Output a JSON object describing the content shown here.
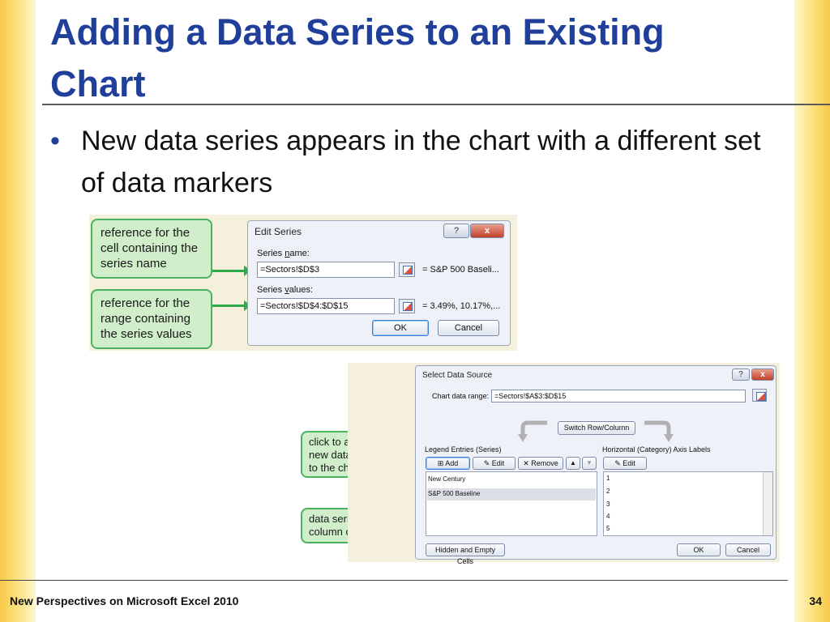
{
  "slide": {
    "title": "Adding a Data Series to an Existing Chart",
    "bullet": "New data series appears in the chart with a different set of data markers",
    "footer": "New Perspectives on Microsoft Excel 2010",
    "page_number": "34"
  },
  "edit_series": {
    "callout_name": "reference for the cell containing the series name",
    "callout_values": "reference for the range containing the series values",
    "title": "Edit Series",
    "help_label": "?",
    "close_label": "x",
    "name_label_pre": "Series ",
    "name_label_key": "n",
    "name_label_post": "ame:",
    "name_value": "=Sectors!$D$3",
    "name_preview": "= S&P 500 Baseli...",
    "values_label_pre": "Series ",
    "values_label_key": "v",
    "values_label_post": "alues:",
    "values_value": "=Sectors!$D$4:$D$15",
    "values_preview": "= 3.49%, 10.17%,...",
    "ok_label": "OK",
    "cancel_label": "Cancel"
  },
  "select_source": {
    "callout_add": "click to add a new data series to the chart",
    "callout_series": "data series in the column chart",
    "title": "Select Data Source",
    "help_label": "?",
    "close_label": "x",
    "range_label": "Chart data range:",
    "range_value": "=Sectors!$A$3:$D$15",
    "switch_label": "Switch Row/Column",
    "legend_label": "Legend Entries (Series)",
    "axis_label": "Horizontal (Category) Axis Labels",
    "add_label": "Add",
    "edit_label": "Edit",
    "remove_label": "Remove",
    "axis_edit_label": "Edit",
    "series": [
      "New Century",
      "S&P 500 Baseline"
    ],
    "categories": [
      "1",
      "2",
      "3",
      "4",
      "5"
    ],
    "hidden_label": "Hidden and Empty Cells",
    "ok_label": "OK",
    "cancel_label": "Cancel"
  }
}
